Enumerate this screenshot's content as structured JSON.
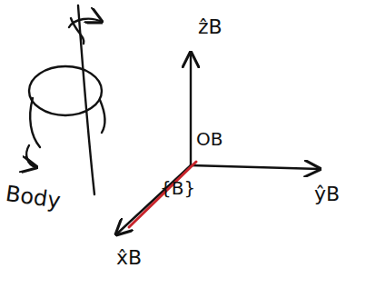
{
  "diagram": {
    "labels": [
      "Body",
      "ẑB",
      "ŷB",
      "x̂B",
      "OB",
      "{B}"
    ]
  }
}
